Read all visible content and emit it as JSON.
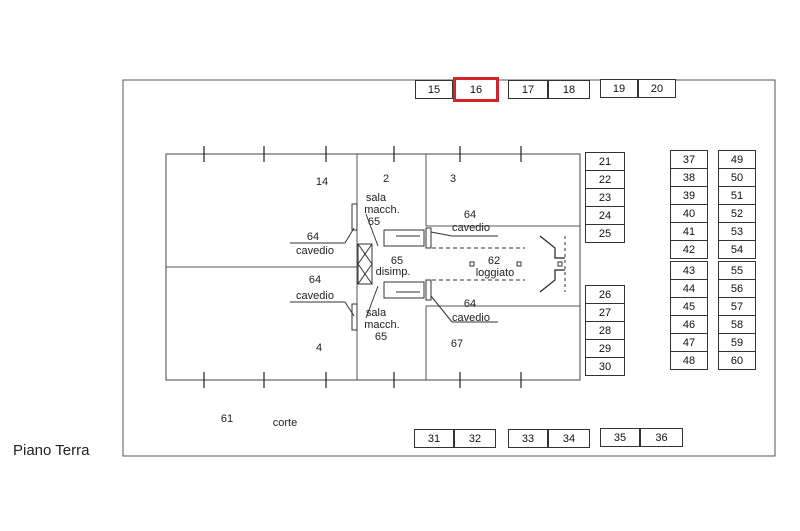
{
  "floor_label": "Piano Terra",
  "selected_unit": "16",
  "top_boxes": [
    "15",
    "16",
    "17",
    "18",
    "19",
    "20"
  ],
  "bottom_boxes": [
    "31",
    "32",
    "33",
    "34",
    "35",
    "36"
  ],
  "col_a": [
    "21",
    "22",
    "23",
    "24",
    "25"
  ],
  "col_b": [
    "26",
    "27",
    "28",
    "29",
    "30"
  ],
  "col_c": [
    "37",
    "38",
    "39",
    "40",
    "41",
    "42",
    "43",
    "44",
    "45",
    "46",
    "47",
    "48"
  ],
  "col_d": [
    "49",
    "50",
    "51",
    "52",
    "53",
    "54",
    "55",
    "56",
    "57",
    "58",
    "59",
    "60"
  ],
  "rooms": {
    "r14": "14",
    "r2": "2",
    "r3": "3",
    "r4": "4",
    "r67": "67",
    "sala_top": "sala",
    "macch_top": "macch.",
    "n65_top": "65",
    "sala_bot": "sala",
    "macch_bot": "macch.",
    "n65_bot": "65",
    "n64_left_top": "64",
    "cav_left_top": "cavedio",
    "n64_left_bot": "64",
    "cav_left_bot": "cavedio",
    "n64_right_top": "64",
    "cav_right_top": "cavedio",
    "n64_right_bot": "64",
    "cav_right_bot": "cavedio",
    "n65_mid": "65",
    "disimp": "disimp.",
    "n62": "62",
    "loggiato": "loggiato",
    "n61": "61",
    "corte": "corte"
  }
}
